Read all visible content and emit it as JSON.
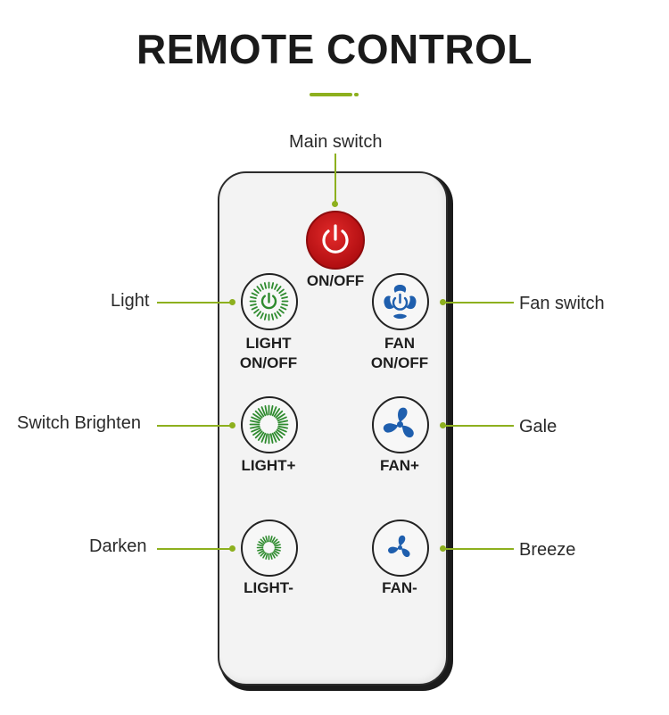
{
  "header": {
    "title": "REMOTE CONTROL"
  },
  "remote": {
    "buttons": [
      {
        "id": "power",
        "label": "ON/OFF",
        "icon": "power-icon"
      },
      {
        "id": "light-onoff",
        "label_line1": "LIGHT",
        "label_line2": "ON/OFF",
        "icon": "light-icon"
      },
      {
        "id": "fan-onoff",
        "label_line1": "FAN",
        "label_line2": "ON/OFF",
        "icon": "fan-power-icon"
      },
      {
        "id": "light-plus",
        "label": "LIGHT+",
        "icon": "light-bright-icon"
      },
      {
        "id": "fan-plus",
        "label": "FAN+",
        "icon": "fan-icon"
      },
      {
        "id": "light-minus",
        "label": "LIGHT-",
        "icon": "light-dim-icon"
      },
      {
        "id": "fan-minus",
        "label": "FAN-",
        "icon": "fan-small-icon"
      }
    ]
  },
  "callouts": {
    "main_switch": "Main switch",
    "light": "Light",
    "fan_switch": "Fan switch",
    "switch_brighten": "Switch Brighten",
    "gale": "Gale",
    "darken": "Darken",
    "breeze": "Breeze"
  },
  "colors": {
    "accent": "#8db01e",
    "power_red": "#c8161a",
    "light_green": "#2e8b2e",
    "fan_blue": "#1f5fae"
  }
}
